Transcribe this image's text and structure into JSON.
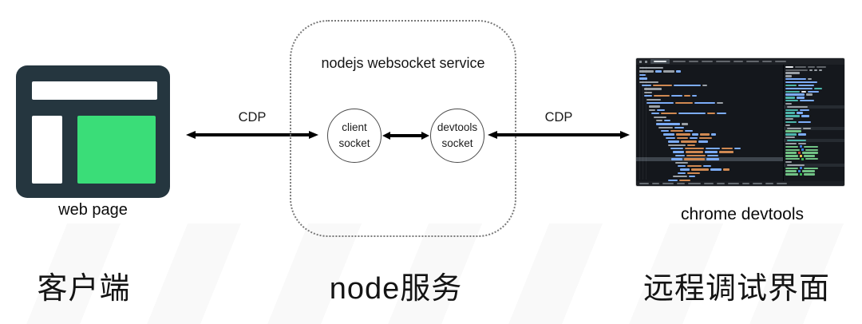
{
  "diagram": {
    "left": {
      "label": "web page",
      "caption": "客户端",
      "icon_colors": {
        "frame": "#25363F",
        "panel": "#FFFFFF",
        "content": "#3ADD78"
      }
    },
    "center": {
      "title": "nodejs websocket service",
      "caption": "node服务",
      "node_client": {
        "line1": "client",
        "line2": "socket"
      },
      "node_devtools": {
        "line1": "devtools",
        "line2": "socket"
      }
    },
    "right": {
      "label": "chrome devtools",
      "caption": "远程调试界面"
    },
    "arrows": {
      "left_label": "CDP",
      "right_label": "CDP"
    }
  },
  "devtools_mock": {
    "palette": {
      "gray": "#9aa0a6",
      "white": "#e8eaed",
      "blue": "#7cacf8",
      "orange": "#d08952",
      "teal": "#4db6ac",
      "green": "#71c285",
      "dim": "#5f6368",
      "swBlue": "#3d7ee0",
      "swRed": "#d23f31",
      "swYellow": "#e8c145",
      "swGreen": "#3fba55"
    },
    "tabbar": {
      "icon_count": 2,
      "active_width": 24,
      "tab_widths": [
        16,
        12,
        14,
        18,
        12,
        16,
        12,
        14
      ]
    },
    "elements_lines": [
      {
        "i": 2,
        "s": [
          [
            "gray",
            30
          ]
        ]
      },
      {
        "i": 2,
        "s": [
          [
            "gray",
            18
          ],
          [
            "blue",
            8
          ],
          [
            "gray",
            14
          ],
          [
            "blue",
            6
          ]
        ]
      },
      {
        "i": 2,
        "s": [
          [
            "blue",
            8
          ]
        ]
      },
      {
        "i": 2,
        "s": [
          [
            "blue",
            10
          ]
        ]
      },
      {
        "i": 2,
        "s": [
          [
            "gray",
            24
          ]
        ]
      },
      {
        "i": 5,
        "s": [
          [
            "blue",
            12
          ],
          [
            "orange",
            24
          ],
          [
            "blue",
            34
          ],
          [
            "gray",
            6
          ]
        ]
      },
      {
        "i": 8,
        "s": [
          [
            "gray",
            22
          ]
        ]
      },
      {
        "i": 8,
        "s": [
          [
            "gray",
            10
          ]
        ]
      },
      {
        "i": 8,
        "s": [
          [
            "blue",
            10
          ],
          [
            "orange",
            20
          ],
          [
            "blue",
            14
          ],
          [
            "orange",
            8
          ],
          [
            "blue",
            6
          ]
        ]
      },
      {
        "i": 11,
        "s": [
          [
            "gray",
            18
          ]
        ]
      },
      {
        "i": 11,
        "s": [
          [
            "blue",
            34
          ],
          [
            "orange",
            22
          ],
          [
            "blue",
            26
          ],
          [
            "gray",
            8
          ]
        ]
      },
      {
        "i": 14,
        "s": [
          [
            "gray",
            14
          ]
        ]
      },
      {
        "i": 14,
        "s": [
          [
            "gray",
            8
          ],
          [
            "blue",
            10
          ]
        ]
      },
      {
        "i": 17,
        "s": [
          [
            "blue",
            10
          ],
          [
            "orange",
            20
          ],
          [
            "blue",
            34
          ],
          [
            "orange",
            10
          ],
          [
            "blue",
            12
          ]
        ]
      },
      {
        "i": 20,
        "s": [
          [
            "gray",
            16
          ]
        ]
      },
      {
        "i": 23,
        "s": [
          [
            "gray",
            8
          ],
          [
            "blue",
            8
          ]
        ]
      },
      {
        "i": 23,
        "s": [
          [
            "blue",
            30
          ],
          [
            "gray",
            8
          ]
        ]
      },
      {
        "i": 26,
        "s": [
          [
            "gray",
            18
          ],
          [
            "blue",
            12
          ]
        ]
      },
      {
        "i": 29,
        "s": [
          [
            "blue",
            10
          ],
          [
            "orange",
            16
          ],
          [
            "blue",
            10
          ]
        ]
      },
      {
        "i": 32,
        "s": [
          [
            "blue",
            14
          ],
          [
            "orange",
            18
          ],
          [
            "blue",
            8
          ],
          [
            "orange",
            12
          ],
          [
            "blue",
            6
          ]
        ]
      },
      {
        "i": 35,
        "s": [
          [
            "blue",
            12
          ],
          [
            "orange",
            14
          ],
          [
            "blue",
            10
          ],
          [
            "orange",
            16
          ]
        ]
      },
      {
        "i": 38,
        "s": [
          [
            "blue",
            14
          ],
          [
            "orange",
            20
          ],
          [
            "blue",
            12
          ]
        ]
      },
      {
        "i": 38,
        "s": [
          [
            "gray",
            22
          ],
          [
            "orange",
            10
          ]
        ]
      },
      {
        "i": 41,
        "s": [
          [
            "blue",
            16
          ],
          [
            "orange",
            24
          ],
          [
            "blue",
            18
          ],
          [
            "orange",
            14
          ],
          [
            "blue",
            8
          ]
        ]
      },
      {
        "i": 44,
        "s": [
          [
            "blue",
            14
          ],
          [
            "orange",
            22
          ],
          [
            "blue",
            16
          ],
          [
            "orange",
            18
          ]
        ]
      },
      {
        "i": 47,
        "s": [
          [
            "blue",
            12
          ],
          [
            "orange",
            24
          ],
          [
            "blue",
            14
          ]
        ]
      },
      {
        "i": 44,
        "sel": true,
        "s": [
          [
            "blue",
            14
          ],
          [
            "orange",
            26
          ],
          [
            "blue",
            16
          ]
        ]
      },
      {
        "i": 47,
        "s": [
          [
            "gray",
            16
          ]
        ]
      },
      {
        "i": 50,
        "s": [
          [
            "blue",
            10
          ],
          [
            "orange",
            18
          ],
          [
            "blue",
            10
          ]
        ]
      },
      {
        "i": 53,
        "s": [
          [
            "blue",
            12
          ],
          [
            "orange",
            22
          ],
          [
            "blue",
            14
          ],
          [
            "orange",
            8
          ]
        ]
      },
      {
        "i": 50,
        "s": [
          [
            "blue",
            10
          ],
          [
            "orange",
            16
          ]
        ]
      },
      {
        "i": 44,
        "s": [
          [
            "gray",
            18
          ],
          [
            "blue",
            8
          ]
        ]
      },
      {
        "i": 38,
        "s": [
          [
            "blue",
            12
          ],
          [
            "orange",
            14
          ]
        ]
      }
    ],
    "styles_lines": [
      {
        "s": [
          [
            "white",
            10
          ],
          [
            "dim",
            14
          ],
          [
            "dim",
            9
          ],
          [
            "dim",
            12
          ]
        ]
      },
      {
        "s": [
          [
            "dim",
            28
          ],
          [
            "gray",
            4
          ],
          [
            "gray",
            4
          ],
          [
            "gray",
            4
          ]
        ]
      },
      {
        "s": [
          [
            "gray",
            18
          ]
        ]
      },
      {
        "s": [
          [
            "gray",
            8
          ]
        ]
      },
      {
        "s": [
          [
            "blue",
            26
          ],
          [
            "gray",
            5
          ]
        ]
      },
      {
        "s": [
          [
            "blue",
            40
          ]
        ]
      },
      {
        "s": [
          [
            "teal",
            14
          ],
          [
            "blue",
            20
          ]
        ]
      },
      {
        "s": [
          [
            "blue",
            34
          ],
          [
            "teal",
            10
          ]
        ]
      },
      {
        "s": [
          [
            "teal",
            18
          ],
          [
            "white",
            6
          ],
          [
            "blue",
            14
          ]
        ]
      },
      {
        "s": [
          [
            "blue",
            24
          ],
          [
            "gray",
            8
          ]
        ]
      },
      {
        "s": [
          [
            "teal",
            12
          ],
          [
            "blue",
            10
          ]
        ]
      },
      {
        "s": [
          [
            "teal",
            16
          ],
          [
            "blue",
            18
          ]
        ]
      },
      {
        "s": [
          [
            "gray",
            8
          ]
        ]
      },
      {
        "hdr": true,
        "s": [
          [
            "gray",
            26
          ]
        ]
      },
      {
        "s": [
          [
            "teal",
            16
          ],
          [
            "blue",
            12
          ]
        ]
      },
      {
        "s": [
          [
            "teal",
            12
          ],
          [
            "blue",
            8
          ]
        ]
      },
      {
        "s": [
          [
            "teal",
            18
          ],
          [
            "blue",
            10
          ]
        ]
      },
      {
        "s": [
          [
            "gray",
            10
          ]
        ]
      },
      {
        "s": [
          [
            "teal",
            14
          ],
          [
            "blue",
            16
          ]
        ]
      },
      {
        "s": [
          [
            "gray",
            6
          ]
        ]
      },
      {
        "hdr": true,
        "s": [
          [
            "gray",
            18
          ],
          [
            "gray",
            10
          ]
        ]
      },
      {
        "s": [
          [
            "green",
            20
          ]
        ]
      },
      {
        "s": [
          [
            "teal",
            14
          ],
          [
            "blue",
            10
          ]
        ]
      },
      {
        "s": [
          [
            "gray",
            12
          ]
        ]
      },
      {
        "hdr": true,
        "s": [
          [
            "teal",
            24
          ]
        ]
      },
      {
        "s": [
          [
            "gray",
            14
          ],
          [
            "gray",
            10
          ]
        ]
      },
      {
        "s": [
          [
            "green",
            16
          ],
          [
            "swBlue",
            3
          ],
          [
            "green",
            18
          ]
        ]
      },
      {
        "s": [
          [
            "green",
            18
          ],
          [
            "swBlue",
            3
          ],
          [
            "green",
            16
          ]
        ]
      },
      {
        "s": [
          [
            "green",
            14
          ],
          [
            "swRed",
            3
          ],
          [
            "green",
            20
          ]
        ]
      },
      {
        "s": [
          [
            "green",
            16
          ],
          [
            "swYellow",
            3
          ],
          [
            "green",
            14
          ]
        ]
      },
      {
        "s": [
          [
            "green",
            18
          ],
          [
            "swGreen",
            3
          ],
          [
            "green",
            16
          ]
        ]
      },
      {
        "s": [
          [
            "gray",
            8
          ]
        ]
      },
      {
        "hdr": true,
        "s": [
          [
            "gray",
            22
          ]
        ]
      },
      {
        "s": [
          [
            "green",
            16
          ],
          [
            "swBlue",
            3
          ],
          [
            "green",
            18
          ]
        ]
      },
      {
        "s": [
          [
            "green",
            14
          ],
          [
            "swBlue",
            3
          ],
          [
            "green",
            16
          ]
        ]
      },
      {
        "s": [
          [
            "green",
            16
          ],
          [
            "swGreen",
            3
          ],
          [
            "green",
            14
          ]
        ]
      }
    ],
    "breadcrumb_widths": [
      12,
      9,
      14,
      10,
      16,
      12,
      10,
      14,
      9,
      12,
      10,
      13
    ]
  }
}
